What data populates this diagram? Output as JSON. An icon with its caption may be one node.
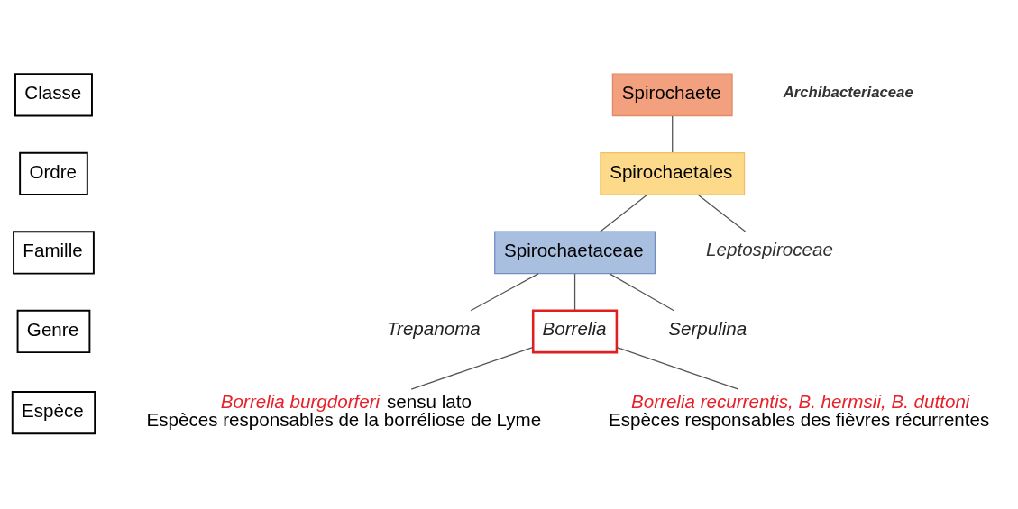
{
  "diagram": {
    "nodes": [
      {
        "text": [
          "Classe"
        ]
      },
      {
        "text": [
          "Ordre"
        ]
      },
      {
        "text": [
          "Famille"
        ]
      },
      {
        "text": [
          "Genre"
        ]
      },
      {
        "text": [
          "Espèce"
        ]
      },
      {
        "text": [
          "Spirochaete"
        ]
      },
      {
        "text": [
          "Spirochaetales"
        ]
      },
      {
        "text": [
          "Spirochaetaceae"
        ]
      },
      {
        "text": [
          "*Leptospiroceae*"
        ]
      },
      {
        "text": [
          "*Trepanoma*"
        ]
      },
      {
        "text": [
          "*Borrelia*"
        ]
      },
      {
        "text": [
          "*Serpulina*"
        ]
      },
      {
        "text": [
          "*Borrelia burgdorferi* sensu lato",
          "Espèces responsables de la borréliose de Lyme"
        ]
      },
      {
        "text": [
          "*Borrelia recurrentis, B. hermsii, B. duttoni*",
          "Espèces responsables des fièvres récurrentes"
        ]
      }
    ],
    "edges": [
      {
        "from": 5,
        "to": 6,
        "arrow": "none"
      },
      {
        "from": 6,
        "to": 7,
        "arrow": "none"
      },
      {
        "from": 6,
        "to": 8,
        "arrow": "none"
      },
      {
        "from": 7,
        "to": 9,
        "arrow": "none"
      },
      {
        "from": 7,
        "to": 10,
        "arrow": "none"
      },
      {
        "from": 7,
        "to": 11,
        "arrow": "none"
      },
      {
        "from": 10,
        "to": 12,
        "arrow": "none"
      },
      {
        "from": 10,
        "to": 13,
        "arrow": "none"
      }
    ],
    "labels": [
      "*Archibacteriaceae*"
    ]
  }
}
